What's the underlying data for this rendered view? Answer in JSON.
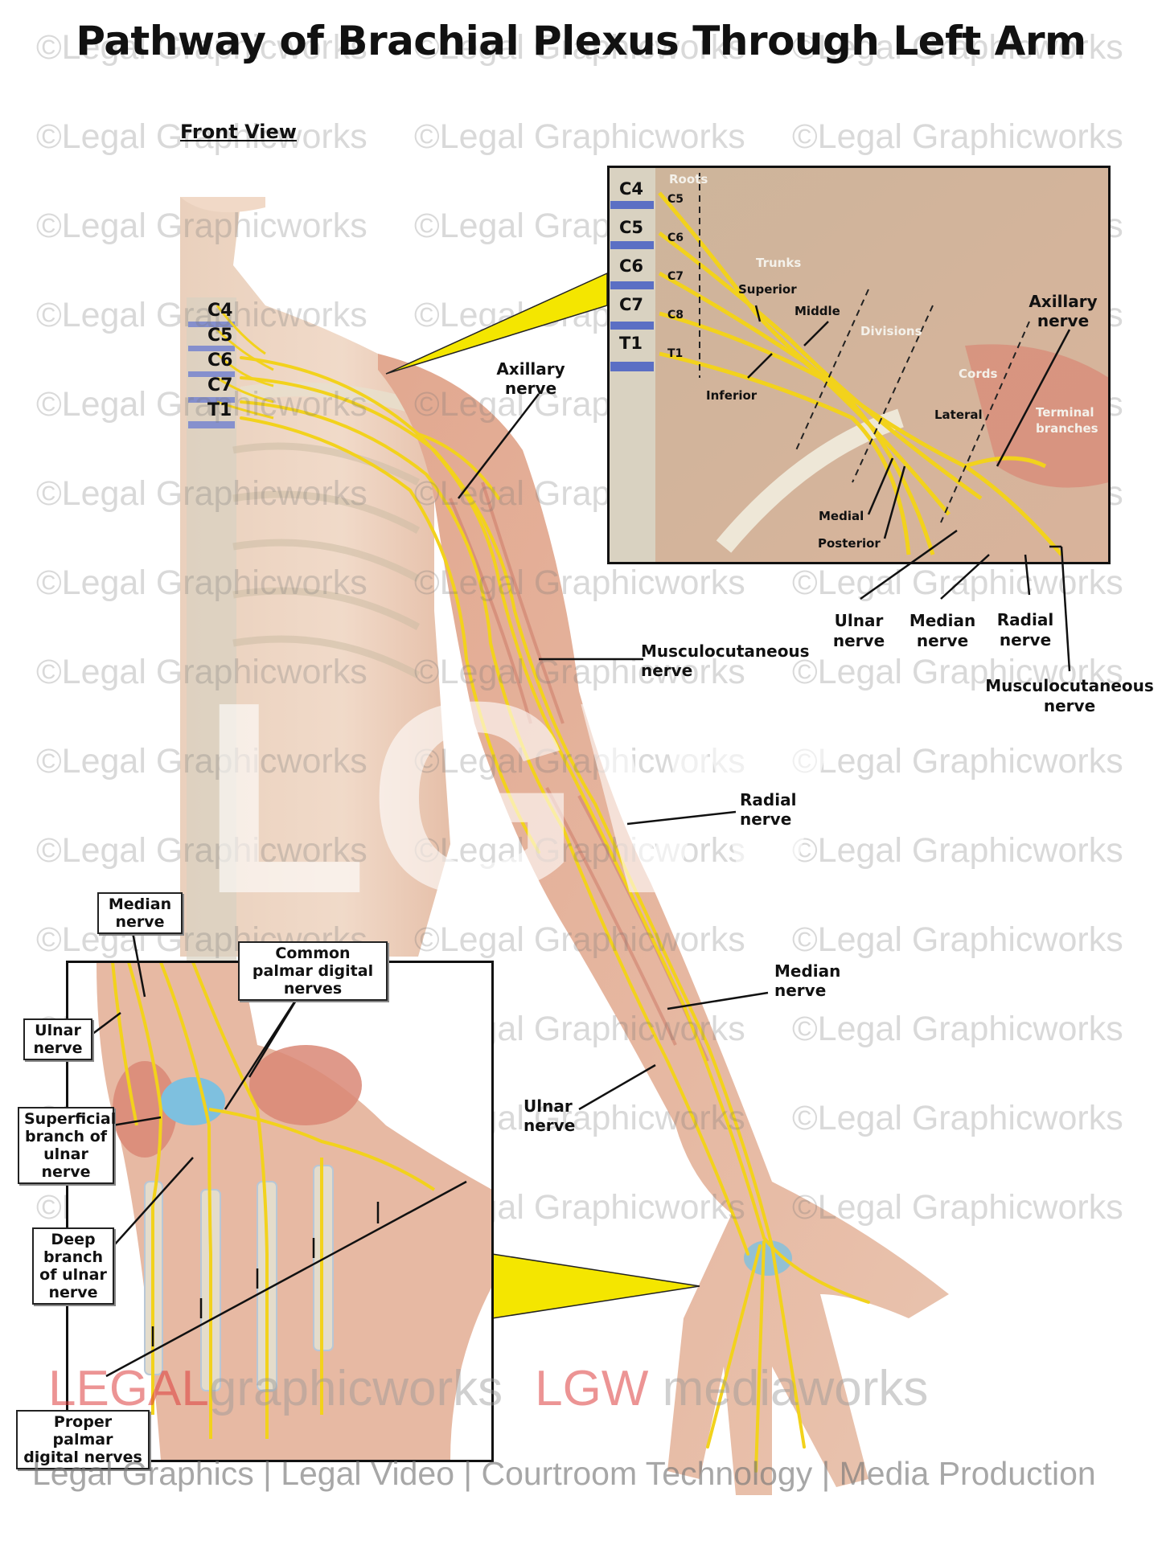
{
  "title": "Pathway of Brachial Plexus Through Left Arm",
  "subtitle": "Front View",
  "watermark": "©Legal Graphicworks",
  "big_watermark": "LGW",
  "spine_labels": [
    "C4",
    "C5",
    "C6",
    "C7",
    "T1"
  ],
  "inset_top": {
    "vertebrae": [
      "C4",
      "C5",
      "C6",
      "C7",
      "T1"
    ],
    "roots": [
      "C5",
      "C6",
      "C7",
      "C8",
      "T1"
    ],
    "region_labels": [
      "Roots",
      "Trunks",
      "Divisions",
      "Cords",
      "Terminal branches"
    ],
    "trunk_labels": [
      "Superior",
      "Middle",
      "Inferior"
    ],
    "cord_labels": [
      "Lateral",
      "Medial",
      "Posterior"
    ],
    "axillary": "Axillary nerve",
    "terminals": [
      "Ulnar nerve",
      "Median nerve",
      "Radial nerve",
      "Musculocutaneous nerve"
    ]
  },
  "arm_labels": {
    "axillary": "Axillary nerve",
    "musculocutaneous": "Musculocutaneous nerve",
    "radial": "Radial nerve",
    "median": "Median nerve",
    "ulnar": "Ulnar nerve"
  },
  "hand_labels": {
    "median": "Median nerve",
    "common_palmar": "Common palmar digital nerves",
    "ulnar": "Ulnar nerve",
    "superficial": "Superficial branch of ulnar nerve",
    "deep": "Deep branch of ulnar nerve",
    "proper_palmar": "Proper palmar digital nerves"
  },
  "footer": {
    "brand_legal": "LEGAL",
    "brand_rest": "graphicworks",
    "brand_lgw": "LGW",
    "brand_media": "mediaworks",
    "tagline": "Legal Graphics | Legal Video | Courtroom Technology | Media Production"
  },
  "colors": {
    "nerve": "#f2d21c",
    "skin": "#e8c2ac",
    "muscle": "#d98775",
    "bone": "#e9e4d6",
    "disc": "#5b6fc4",
    "pointer": "#f4e600"
  }
}
